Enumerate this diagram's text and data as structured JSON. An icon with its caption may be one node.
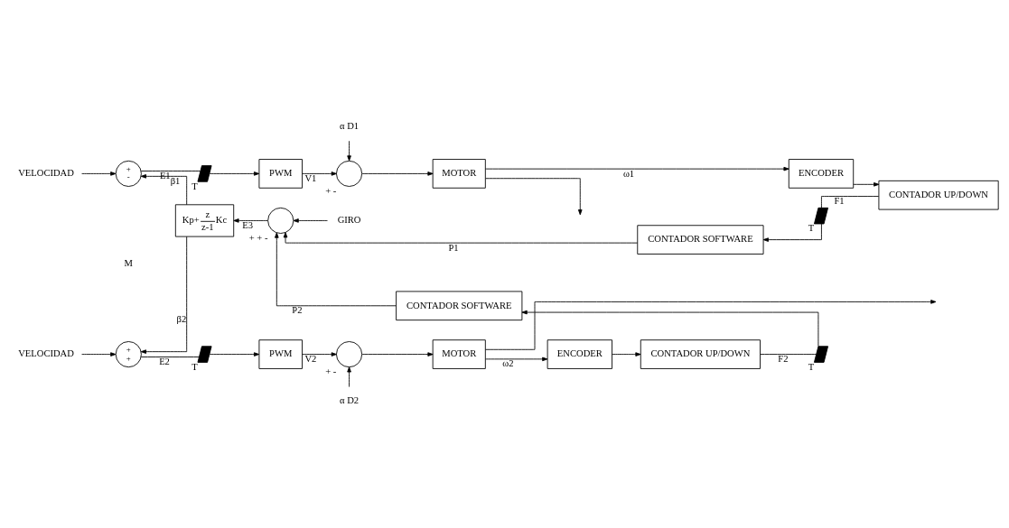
{
  "diagram": {
    "nodes": [
      {
        "text": [
          "VELOCIDAD"
        ]
      },
      {
        "text": [
          "+",
          "-"
        ]
      },
      {
        "text": [],
        "shape": "switch",
        "beside": [
          "T"
        ]
      },
      {
        "text": [
          "PWM"
        ]
      },
      {
        "text": [
          "α D1"
        ]
      },
      {
        "text": [],
        "shape": "circle",
        "beside": [
          "+",
          "-"
        ]
      },
      {
        "text": [
          "MOTOR"
        ]
      },
      {
        "text": [
          "ENCODER"
        ]
      },
      {
        "text": [
          "CONTADOR UP/DOWN"
        ]
      },
      {
        "text": [],
        "shape": "switch",
        "beside": [
          "T"
        ]
      },
      {
        "text": [
          "CONTADOR SOFTWARE"
        ]
      },
      {
        "text": [],
        "shape": "circle",
        "beside": [
          "+",
          "+",
          "-"
        ]
      },
      {
        "text": [
          "GIRO"
        ]
      },
      {
        "text": [
          "Kp+",
          "z",
          "z-1",
          "Kc"
        ]
      },
      {
        "text": [],
        "shape": "switch",
        "beside": [
          "T"
        ]
      },
      {
        "text": [
          "CONTADOR SOFTWARE"
        ]
      },
      {
        "text": [
          "VELOCIDAD"
        ]
      },
      {
        "text": [
          "+",
          "+"
        ]
      },
      {
        "text": [],
        "shape": "switch",
        "beside": [
          "T"
        ]
      },
      {
        "text": [
          "PWM"
        ]
      },
      {
        "text": [],
        "shape": "circle",
        "beside": [
          "+",
          "-"
        ]
      },
      {
        "text": [
          "α D2"
        ]
      },
      {
        "text": [
          "MOTOR"
        ]
      },
      {
        "text": [
          "ENCODER"
        ]
      },
      {
        "text": [
          "CONTADOR UP/DOWN"
        ]
      }
    ],
    "edges": [
      {
        "from": 0,
        "to": 1,
        "arrow": "to"
      },
      {
        "from": 1,
        "to": 2,
        "label": "E1",
        "arrow": "none"
      },
      {
        "from": 2,
        "to": 3,
        "arrow": "to"
      },
      {
        "from": 3,
        "to": 5,
        "label": "V1",
        "arrow": "to"
      },
      {
        "from": 4,
        "to": 5,
        "arrow": "to"
      },
      {
        "from": 5,
        "to": 6,
        "arrow": "to"
      },
      {
        "from": 6,
        "to": 7,
        "label": "ω1",
        "arrow": "to"
      },
      {
        "from": 6,
        "to": null,
        "arrow": "to"
      },
      {
        "from": 7,
        "to": 8,
        "arrow": "to"
      },
      {
        "from": 8,
        "to": 9,
        "label": "F1",
        "arrow": "none"
      },
      {
        "from": 9,
        "to": 10,
        "arrow": "to"
      },
      {
        "from": 10,
        "to": 11,
        "label": "P1",
        "arrow": "to"
      },
      {
        "from": 12,
        "to": 11,
        "arrow": "to"
      },
      {
        "from": 11,
        "to": 13,
        "label": "E3",
        "arrow": "to"
      },
      {
        "from": 13,
        "to": 1,
        "label": "β1",
        "arrow": "to"
      },
      {
        "from": 13,
        "to": 17,
        "label": "β2",
        "arrow": "to"
      },
      {
        "from": 14,
        "to": 15,
        "arrow": "to"
      },
      {
        "from": 15,
        "to": 11,
        "label": "P2",
        "arrow": "to"
      },
      {
        "from": 16,
        "to": 17,
        "arrow": "to"
      },
      {
        "from": 17,
        "to": 18,
        "label": "E2",
        "arrow": "none"
      },
      {
        "from": 18,
        "to": 19,
        "arrow": "to"
      },
      {
        "from": 19,
        "to": 20,
        "label": "V2",
        "arrow": "to"
      },
      {
        "from": 21,
        "to": 20,
        "arrow": "to"
      },
      {
        "from": 20,
        "to": 22,
        "arrow": "to"
      },
      {
        "from": 22,
        "to": 23,
        "label": "ω2",
        "arrow": "to"
      },
      {
        "from": 22,
        "to": null,
        "arrow": "to"
      },
      {
        "from": 23,
        "to": 24,
        "arrow": "to"
      },
      {
        "from": 24,
        "to": 14,
        "label": "F2",
        "arrow": "none"
      }
    ],
    "labels": [
      "M"
    ]
  }
}
